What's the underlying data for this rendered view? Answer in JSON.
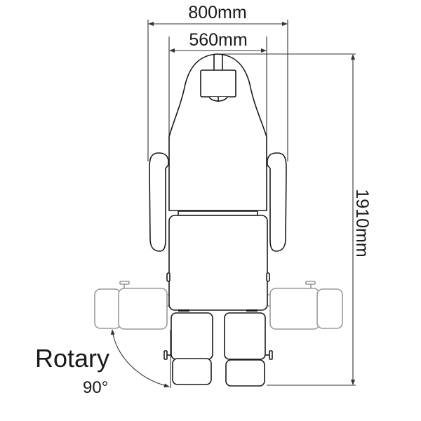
{
  "diagram": {
    "title": "Treatment chair top-view dimension drawing",
    "dimensions": {
      "overall_width": "800mm",
      "seat_width": "560mm",
      "overall_length": "1910mm"
    },
    "rotation": {
      "label": "Rotary",
      "angle": "90°"
    },
    "components": [
      "headrest",
      "backrest",
      "left-armrest",
      "right-armrest",
      "seat",
      "left-leg-rest-upper",
      "left-leg-rest-lower",
      "right-leg-rest-upper",
      "right-leg-rest-lower",
      "left-leg-rest-rotated",
      "right-leg-rest-rotated"
    ],
    "colors": {
      "line": "#1a1a1a",
      "rotated_outline": "#9a9a9a",
      "background": "#ffffff"
    }
  }
}
